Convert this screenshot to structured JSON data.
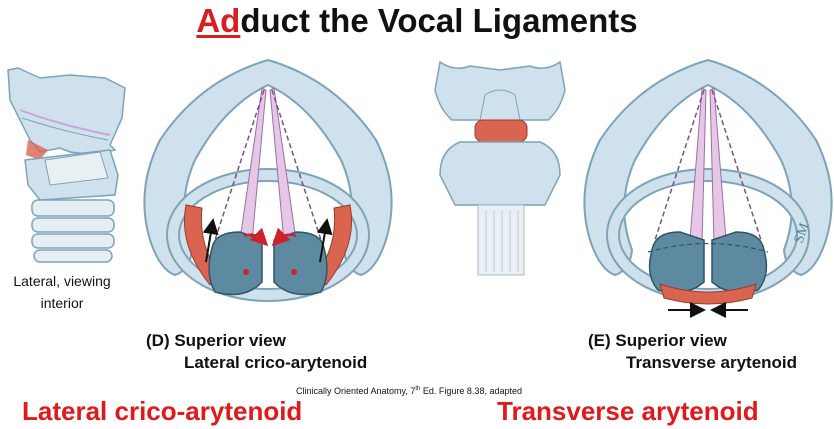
{
  "title": {
    "highlight": "Ad",
    "rest": "duct the Vocal Ligaments"
  },
  "lateral_view_label": {
    "line1": "Lateral, viewing",
    "line2": "interior"
  },
  "panel_d": {
    "line1": "(D) Superior view",
    "line2": "Lateral crico-arytenoid"
  },
  "panel_e": {
    "line1": "(E) Superior view",
    "line2": "Transverse arytenoid"
  },
  "credit": {
    "prefix": "Clinically Oriented Anatomy, 7",
    "sup": "th",
    "suffix": " Ed. Figure  8.38, adapted"
  },
  "bottom_labels": {
    "left": "Lateral crico-arytenoid",
    "right": "Transverse arytenoid"
  },
  "illustrator_mark": "SM",
  "colors": {
    "title_highlight": "#d81e1e",
    "label_red": "#e0191c",
    "cartilage": "#cfe1ec",
    "cartilage_edge": "#7ea3b8",
    "muscle": "#d96450",
    "ligament": "#e6c8e6",
    "arytenoid": "#5d8aa0"
  }
}
